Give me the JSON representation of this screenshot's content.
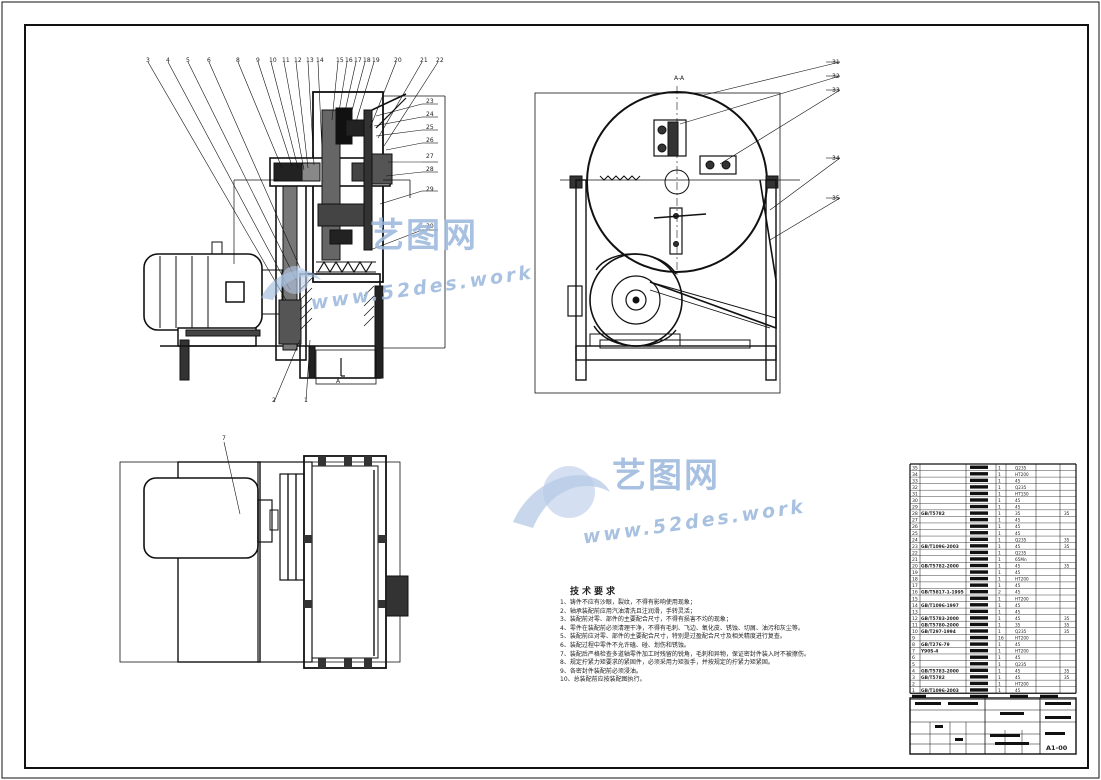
{
  "balloons_main": [
    "3",
    "4",
    "5",
    "6",
    "8",
    "9",
    "10",
    "11",
    "12",
    "13",
    "14",
    "15",
    "16",
    "17",
    "18",
    "19",
    "20",
    "21",
    "22"
  ],
  "balloons_right_main": [
    "23",
    "24",
    "25",
    "26",
    "27",
    "28",
    "29",
    "30"
  ],
  "balloons_bottom_main": [
    "2",
    "1"
  ],
  "balloons_side": [
    "31",
    "32",
    "33",
    "34",
    "35"
  ],
  "balloon_plan": "7",
  "section_label": "A-A",
  "section_marker": "A",
  "tech_title": "技术要求",
  "tech_notes": [
    "1、铸件不应有沙眼，裂纹，不得有影响使用现象；",
    "2、轴承装配前应用汽油清洗且注润滑，手转灵活；",
    "3、装配前对零、部件的主要配合尺寸，不得有损害不均的现象；",
    "4、零件在装配前必须清理干净，不得有毛刺、飞边、氧化皮、锈蚀、切屑、油污和灰尘等。",
    "5、装配前应对零、部件的主要配合尺寸，特别是过盈配合尺寸及相关精度进行复查。",
    "6、装配过程中零件不允许磕、碰、划伤和锈蚀。",
    "7、装配后严格检查多道轴零件加工时残留的锐角，毛刺和异物，保证密封件装入时不被擦伤。",
    "8、规定拧紧力矩要求的紧固件，必须采用力矩扳手，并按规定的拧紧力矩紧固。",
    "9、各密封件装配前必须浸油。",
    "10、总装配前应按装配图执行。"
  ],
  "watermark_cn": "艺图网",
  "watermark_en": "www.52des.work",
  "bom_numbers": [
    "35",
    "34",
    "33",
    "32",
    "31",
    "30",
    "29",
    "28",
    "27",
    "26",
    "25",
    "24",
    "23",
    "22",
    "21",
    "20",
    "19",
    "18",
    "17",
    "16",
    "15",
    "14",
    "13",
    "12",
    "11",
    "10",
    "9",
    "8",
    "7",
    "6",
    "5",
    "4",
    "3",
    "2",
    "1"
  ],
  "bom_qty": [
    "1",
    "1",
    "1",
    "1",
    "1",
    "1",
    "1",
    "1",
    "1",
    "1",
    "1",
    "1",
    "1",
    "1",
    "1",
    "1",
    "1",
    "1",
    "1",
    "2",
    "1",
    "1",
    "1",
    "1",
    "1",
    "1",
    "16",
    "1",
    "1",
    "1",
    "1",
    "1",
    "1",
    "1",
    "1"
  ],
  "bom_codes": {
    "28": "GB/T5782",
    "23": "GB/T1096-2003",
    "20": "GB/T5782-2000",
    "16": "GB/T5817-1-1995",
    "14": "GB/T1096-1997",
    "12": "GB/T5783-2000",
    "11": "GB/T5780-2000",
    "10": "GB/T297-1994",
    "8": "GB/T276-79",
    "7": "Y90S-4",
    "4": "GB/T5783-2000",
    "3": "GB/T5782",
    "1": "GB/T1096-2003"
  },
  "bom_material": {
    "35": "Q235",
    "34": "HT200",
    "33": "45",
    "32": "Q235",
    "31": "HT150",
    "30": "45",
    "29": "45",
    "28": "35",
    "27": "45",
    "26": "45",
    "25": "45",
    "24": "Q235",
    "23": "45",
    "22": "Q235",
    "21": "65Mn",
    "20": "45",
    "19": "45",
    "18": "HT200",
    "17": "45",
    "16": "45",
    "15": "HT200",
    "14": "45",
    "13": "45",
    "12": "45",
    "11": "35",
    "10": "Q235",
    "9": "HT200",
    "8": "45",
    "7": "HT200",
    "6": "45",
    "5": "Q235",
    "4": "45",
    "3": "45",
    "2": "HT200",
    "1": "45"
  },
  "bom_remark": {
    "28": "35",
    "24": "35",
    "23": "35",
    "20": "35",
    "12": "35",
    "11": "35",
    "10": "35",
    "4": "35",
    "3": "35"
  },
  "title_sheet_no": "A1-00"
}
